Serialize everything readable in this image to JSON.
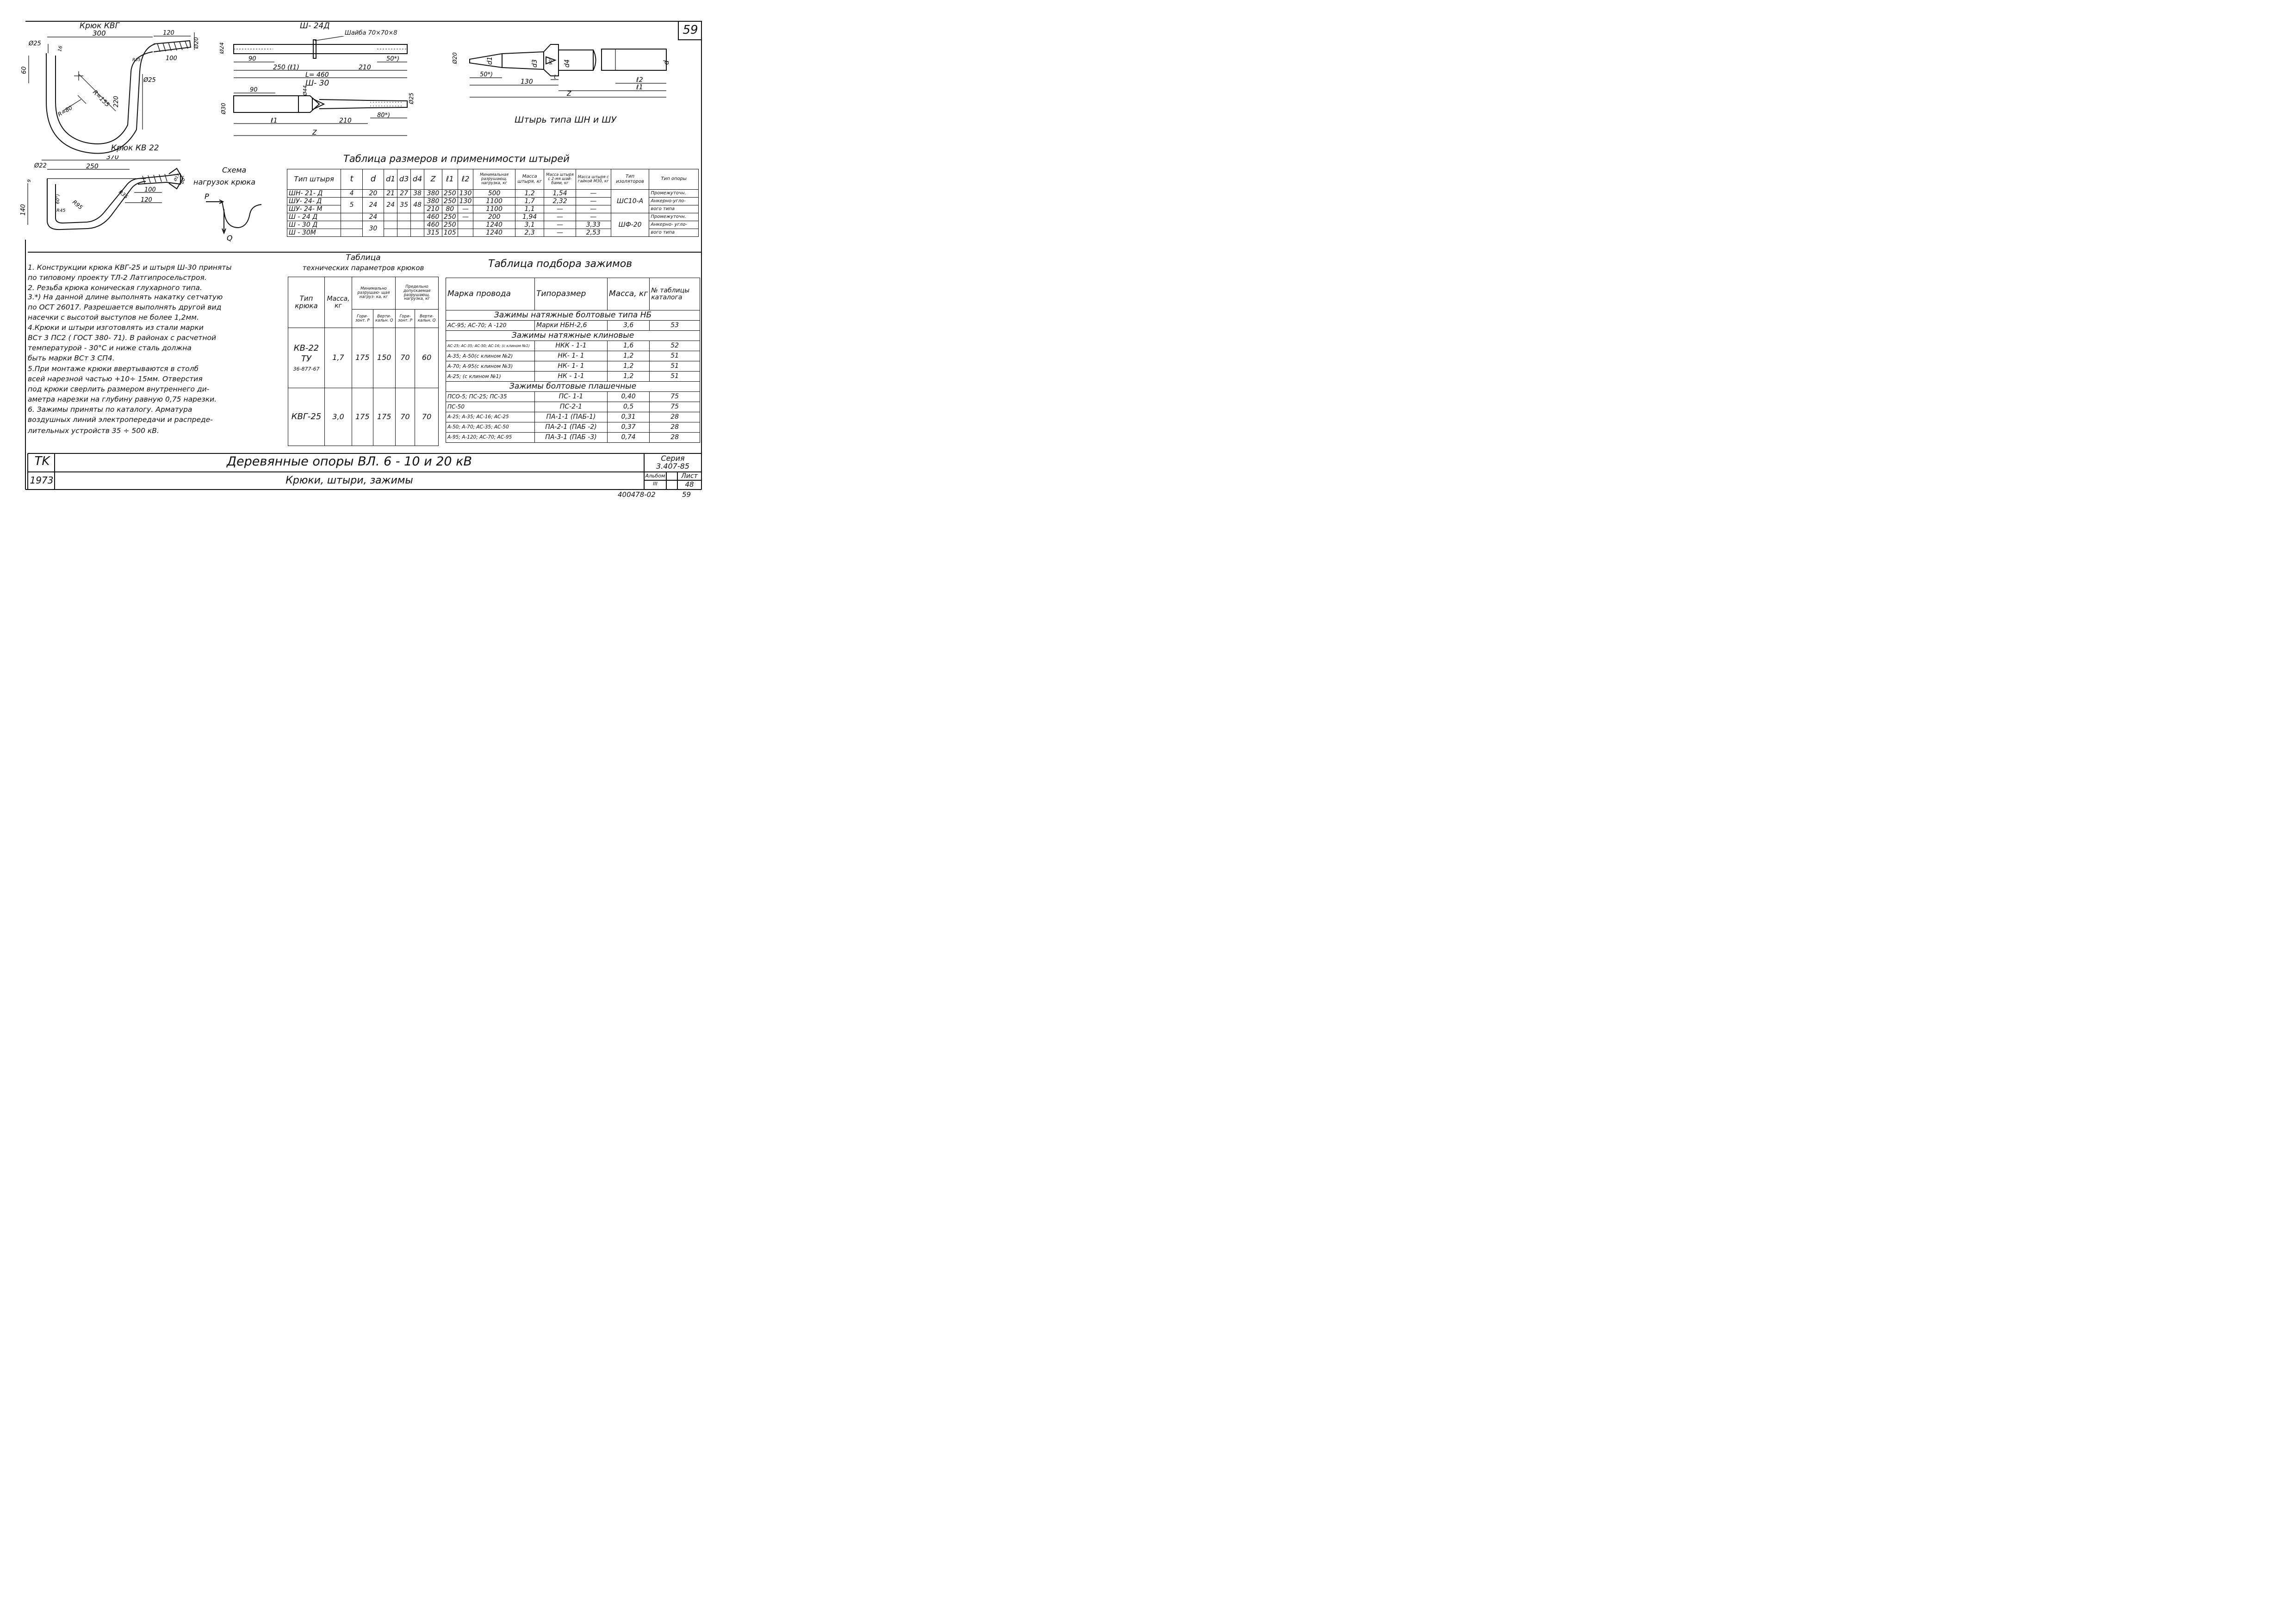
{
  "sheet": {
    "sheet_no": "59",
    "org": "TK",
    "year": "1973",
    "title": "Деревянные опоры ВЛ. 6 - 10 и 20 кВ",
    "subtitle": "Крюки, штыри, зажимы",
    "series_label": "Серия",
    "series_value": "3.407-85",
    "album_label": "Альбом",
    "album_value": "III",
    "list_label": "Лист",
    "list_value": "48",
    "doc_code": "400478-02",
    "doc_page": "59"
  },
  "drawings": {
    "hook_kvg": {
      "title": "Крюк КВГ",
      "dims": [
        "300",
        "120",
        "Ø20",
        "Ø25",
        "16",
        "60",
        "100",
        "R35",
        "Ø25",
        "R=155",
        "220",
        "R=80"
      ]
    },
    "pin_sh24d": {
      "title": "Ш- 24Д",
      "washer": "Шайба 70×70×8",
      "dims": [
        "Ø24",
        "90",
        "50*)",
        "250 (ℓ1)",
        "210",
        "L= 460"
      ]
    },
    "pin_sh30": {
      "title": "Ш- 30",
      "dims": [
        "90",
        "Ø44",
        "Ø25",
        "Ø30",
        "ℓ1",
        "210",
        "80*)",
        "Z"
      ]
    },
    "pin_shn_shu": {
      "title": "Штырь типа ШН и ШУ",
      "dims": [
        "Ø20",
        "d1",
        "d3",
        "90°",
        "d4",
        "d",
        "50*)",
        "t",
        "130",
        "ℓ2",
        "ℓ1",
        "Z"
      ]
    },
    "hook_kv22": {
      "title": "Крюк КВ 22",
      "dims": [
        "370",
        "Ø22",
        "250",
        "9",
        "60°",
        "140",
        "60°)",
        "R45",
        "R95",
        "R35",
        "100",
        "120",
        "Ø17"
      ]
    },
    "load_scheme": {
      "title_line1": "Схема",
      "title_line2": "нагрузок крюка",
      "p": "P",
      "q": "Q"
    }
  },
  "pins_table": {
    "title": "Таблица размеров и применимости штырей",
    "headers": [
      "Тип штыря",
      "t",
      "d",
      "d1",
      "d3",
      "d4",
      "Z",
      "ℓ1",
      "ℓ2",
      "Минимальная разрушающ. нагрузка, кг",
      "Масса штыря, кг",
      "Масса штыря с 2-мя шай- бами, кг",
      "Масса штыря с гайкой М30, кг",
      "Тип изоляторов",
      "Тип опоры"
    ],
    "rows": [
      [
        "ШН- 21- Д",
        "4",
        "20",
        "21",
        "27",
        "38",
        "380",
        "250",
        "130",
        "500",
        "1,2",
        "1,54",
        "—",
        "",
        "Промежуточн."
      ],
      [
        "ШУ- 24- Д",
        "",
        "",
        "",
        "",
        "",
        "380",
        "250",
        "130",
        "1100",
        "1,7",
        "2,32",
        "—",
        "",
        "Анкерно-угло-"
      ],
      [
        "ШУ- 24- М",
        "",
        "",
        "",
        "",
        "",
        "210",
        "80",
        "—",
        "1100",
        "1,1",
        "—",
        "—",
        "",
        "вого типа"
      ],
      [
        "Ш - 24 Д",
        "",
        "24",
        "",
        "",
        "",
        "460",
        "250",
        "—",
        "200",
        "1,94",
        "—",
        "—",
        "",
        "Промежуточн."
      ],
      [
        "Ш - 30 Д",
        "",
        "",
        "",
        "",
        "",
        "460",
        "250",
        "",
        "1240",
        "3,1",
        "—",
        "3,33",
        "",
        "Анкерно- угло-"
      ],
      [
        "Ш - 30М",
        "",
        "",
        "",
        "",
        "",
        "315",
        "105",
        "",
        "1240",
        "2,3",
        "—",
        "2,53",
        "",
        "вого типа"
      ]
    ],
    "merged": {
      "t_shu": "5",
      "d_shu": "24",
      "d1_shu": "24",
      "d3_shu": "35",
      "d4_shu": "48",
      "d_sh30": "30",
      "ins_1": "ШС10-А",
      "ins_2": "ШФ-20"
    }
  },
  "notes": [
    "1. Конструкции крюка КВГ-25 и штыря Ш-30 приняты",
    "по типовому проекту ТЛ-2 Латгипросельстроя.",
    "2. Резьба крюка коническая глухарного типа.",
    "3.*) На данной длине выполнять накатку сетчатую",
    "по ОСТ 26017. Разрешается выполнять другой вид",
    "насечки с высотой выступов не более 1,2мм.",
    "4.Крюки и штыри изготовлять из стали марки",
    "ВСт 3 ПС2 ( ГОСТ 380- 71). В районах с расчетной",
    "температурой - 30°С и ниже сталь должна",
    "быть марки ВСт 3 СП4.",
    "5.При монтаже крюки ввертываются в столб",
    "всей нарезной частью +10÷ 15мм. Отверстия",
    "под крюки сверлить размером внутреннего ди-",
    "аметра нарезки на глубину равную 0,75 нарезки.",
    "6. Зажимы приняты по каталогу. Арматура",
    "воздушных линий электропередачи и распреде-",
    "лительных устройств 35 ÷ 500 кВ."
  ],
  "hooks_table": {
    "title_line1": "Таблица",
    "title_line2": "технических параметров крюков",
    "h_type": "Тип крюка",
    "h_mass": "Масса, кг",
    "h_min": "Минимально разрушаю- щая нагруз- ка, кг",
    "h_lim": "Предельно допускаемая разрушающ. нагрузка, кг",
    "h_p1": "Гори- зонт. P",
    "h_q1": "Верти- кальн. Q",
    "h_p2": "Гори- зонт. P",
    "h_q2": "Верти- кальн. Q",
    "rows": [
      {
        "type1": "КВ-22",
        "type2": "ТУ",
        "type3": "36-877-67",
        "mass": "1,7",
        "p1": "175",
        "q1": "150",
        "p2": "70",
        "q2": "60"
      },
      {
        "type1": "КВГ-25",
        "type2": "",
        "type3": "",
        "mass": "3,0",
        "p1": "175",
        "q1": "175",
        "p2": "70",
        "q2": "70"
      }
    ]
  },
  "clamps_table": {
    "title": "Таблица подбора зажимов",
    "headers": [
      "Марка провода",
      "Типоразмер",
      "Масса, кг",
      "№ таблицы каталога"
    ],
    "groups": [
      {
        "name": "Зажимы натяжные болтовые типа НБ",
        "rows": [
          [
            "АС-95; АС-70; А -120",
            "Марки НБН-2,6",
            "3,6",
            "53"
          ]
        ]
      },
      {
        "name": "Зажимы натяжные клиновые",
        "rows": [
          [
            "АС-25; АС-35; АС-50; АС-16; (с клином №1)",
            "НКК - 1-1",
            "1,6",
            "52"
          ],
          [
            "А-35; А-50(с клином №2)",
            "НК- 1- 1",
            "1,2",
            "51"
          ],
          [
            "А-70; А-95(с клином №3)",
            "НК- 1- 1",
            "1,2",
            "51"
          ],
          [
            "А-25; (с клином №1)",
            "НК - 1-1",
            "1,2",
            "51"
          ]
        ]
      },
      {
        "name": "Зажимы болтовые плашечные",
        "rows": [
          [
            "ПСО-5; ПС-25; ПС-35",
            "ПС- 1-1",
            "0,40",
            "75"
          ],
          [
            "ПС-50",
            "ПС-2-1",
            "0,5",
            "75"
          ],
          [
            "А-25; А-35; АС-16; АС-25",
            "ПА-1-1 (ПАБ-1)",
            "0,31",
            "28"
          ],
          [
            "А-50; А-70; АС-35; АС-50",
            "ПА-2-1 (ПАБ -2)",
            "0,37",
            "28"
          ],
          [
            "А-95; А-120; АС-70; АС-95",
            "ПА-3-1 (ПАБ -3)",
            "0,74",
            "28"
          ]
        ]
      }
    ]
  }
}
